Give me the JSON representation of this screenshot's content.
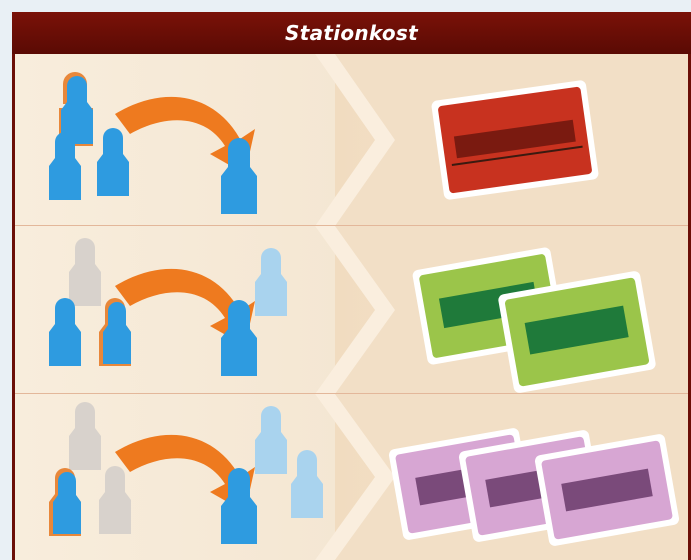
{
  "header": {
    "title": "Stationkost"
  },
  "rows": [
    {
      "blue_pieces_given": 3,
      "colored_cards": 1,
      "card_color": "red",
      "card_color_hex": "#c8321f"
    },
    {
      "blue_pieces_given": 2,
      "colored_cards": 2,
      "card_color": "green",
      "card_color_hex": "#9bc54a"
    },
    {
      "blue_pieces_given": 1,
      "colored_cards": 3,
      "card_color": "pink",
      "card_color_hex": "#d7a6d3"
    }
  ],
  "colors": {
    "header_bg": "#6b0f07",
    "blue_piece": "#2e9be0",
    "grey_piece": "#d8d2cc",
    "light_blue_piece": "#a9d3ee",
    "arrow": "#ee7a1f"
  },
  "icons": [
    "station-piece-icon",
    "arrow-icon",
    "train-card-icon"
  ]
}
